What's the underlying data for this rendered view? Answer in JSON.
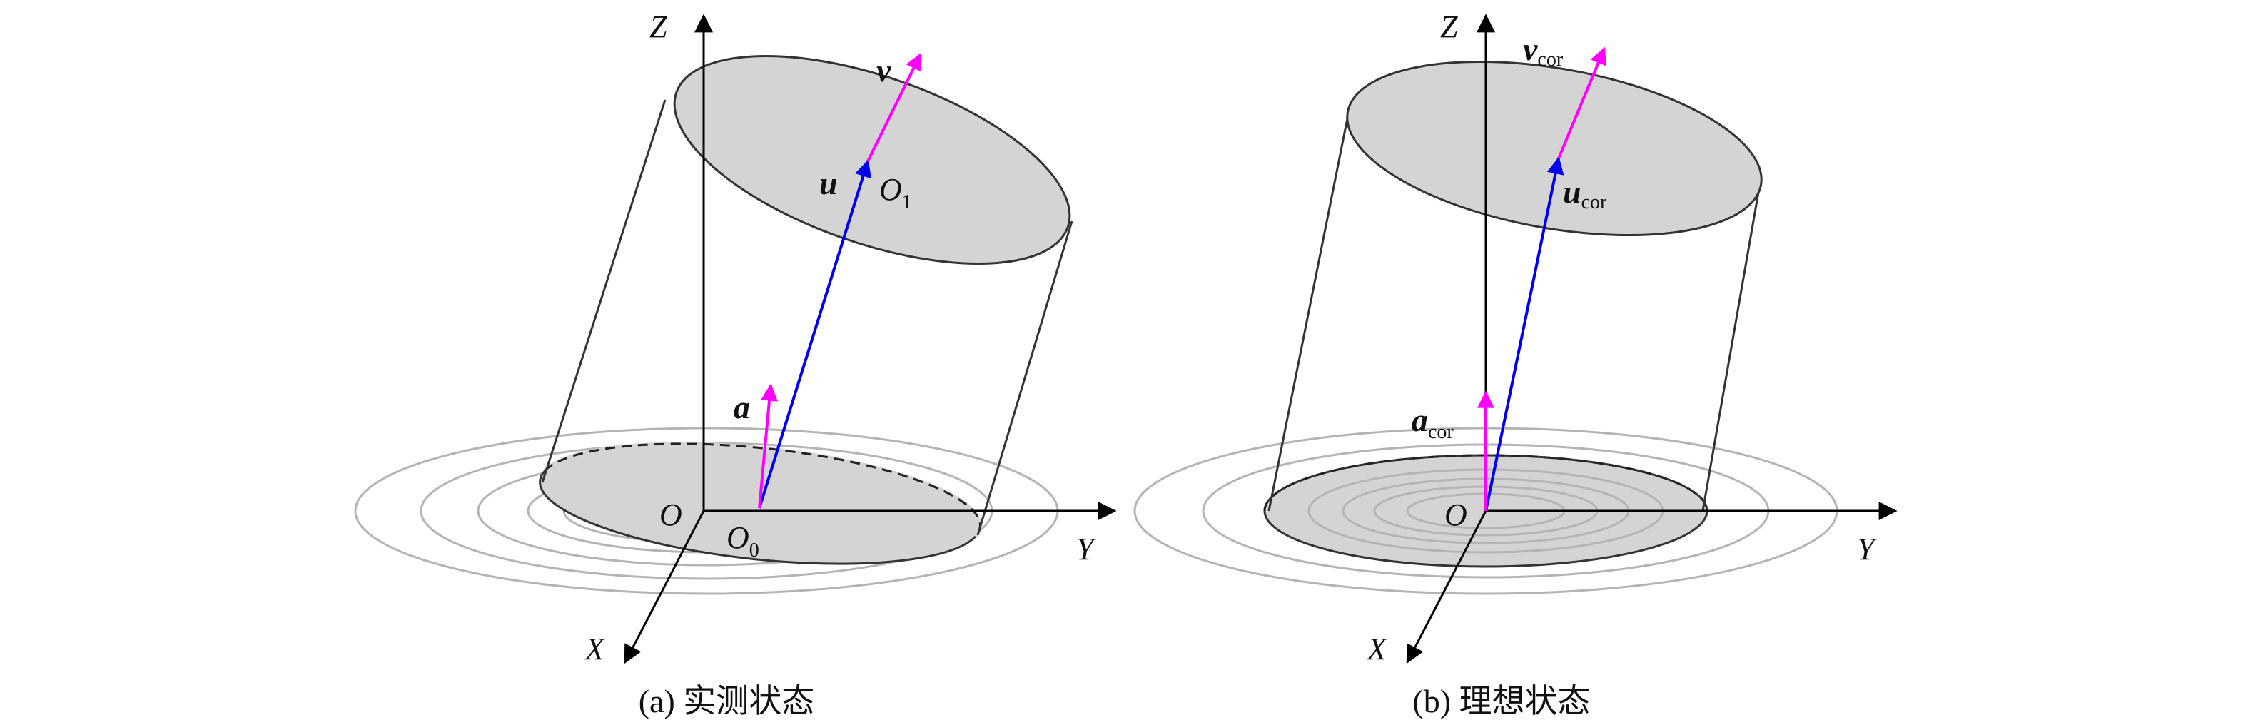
{
  "panels": [
    {
      "caption": "(a) 实测状态",
      "axes": {
        "z": "Z",
        "y": "Y",
        "x": "X"
      },
      "origin": "O",
      "bottom_center": {
        "base": "O",
        "sub": "0"
      },
      "top_center": {
        "base": "O",
        "sub": "1"
      },
      "vectors": {
        "u": {
          "base": "u",
          "sub": ""
        },
        "v": {
          "base": "v",
          "sub": ""
        },
        "a": {
          "base": "a",
          "sub": ""
        }
      }
    },
    {
      "caption": "(b) 理想状态",
      "axes": {
        "z": "Z",
        "y": "Y",
        "x": "X"
      },
      "origin": "O",
      "vectors": {
        "u": {
          "base": "u",
          "sub": "cor"
        },
        "v": {
          "base": "v",
          "sub": "cor"
        },
        "a": {
          "base": "a",
          "sub": "cor"
        }
      }
    }
  ],
  "colors": {
    "pink_vector": "#ff00ff",
    "blue_vector": "#0000ee",
    "ellipse_fill": "#d4d4d4",
    "ring": "#b4b4b4"
  }
}
